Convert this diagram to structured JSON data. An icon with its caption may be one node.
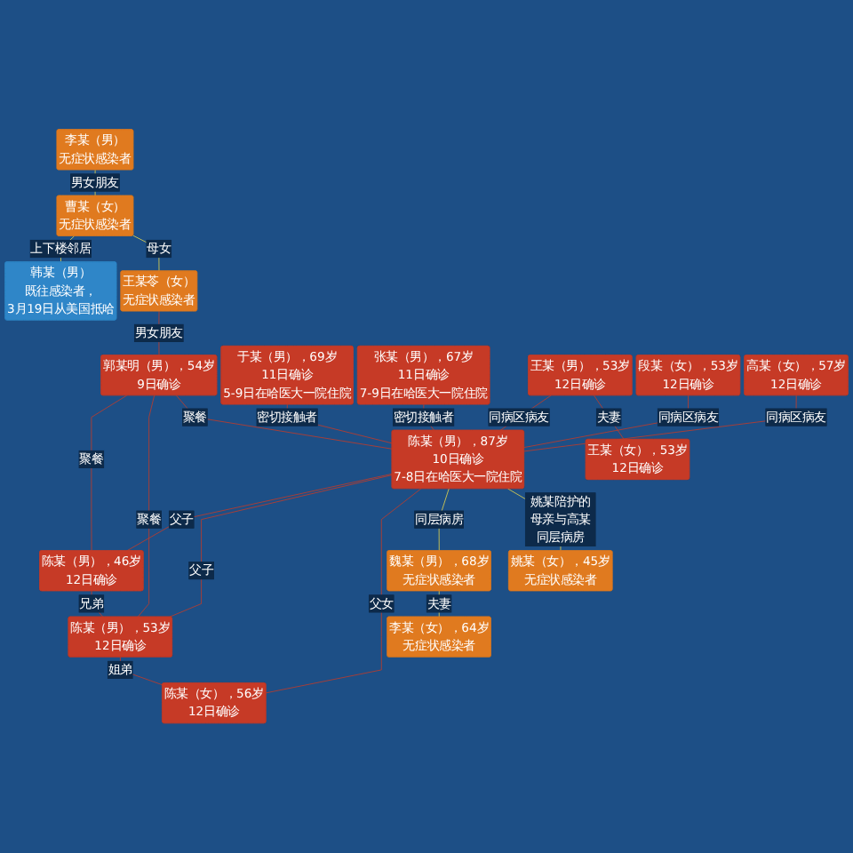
{
  "diagram": {
    "nodes": [
      {
        "text": [
          "李某（男）",
          "无症状感染者"
        ]
      },
      {
        "text": [
          "曹某（女）",
          "无症状感染者"
        ]
      },
      {
        "text": [
          "韩某（男）",
          "既往感染者，",
          "3月19日从美国抵哈"
        ]
      },
      {
        "text": [
          "王某苓（女）",
          "无症状感染者"
        ]
      },
      {
        "text": [
          "郭某明（男），54岁",
          "9日确诊"
        ]
      },
      {
        "text": [
          "陈某（男），46岁",
          "12日确诊"
        ]
      },
      {
        "text": [
          "于某（男），69岁",
          "11日确诊",
          "5-9日在哈医大一院住院"
        ]
      },
      {
        "text": [
          "陈某（男），87岁",
          "10日确诊",
          "7-8日在哈医大一院住院"
        ]
      },
      {
        "text": [
          "张某（男），67岁",
          "11日确诊",
          "7-9日在哈医大一院住院"
        ]
      },
      {
        "text": [
          "陈某（男），53岁",
          "12日确诊"
        ]
      },
      {
        "text": [
          "陈某（女），56岁",
          "12日确诊"
        ]
      },
      {
        "text": [
          "王某（男），53岁",
          "12日确诊"
        ]
      },
      {
        "text": [
          "魏某（男），68岁",
          "无症状感染者"
        ]
      },
      {
        "text": [
          "姚某（女），45岁",
          "无症状感染者"
        ]
      },
      {
        "text": [
          "王某（女），53岁",
          "12日确诊"
        ]
      },
      {
        "text": [
          "段某（女），53岁",
          "12日确诊"
        ]
      },
      {
        "text": [
          "高某（女），57岁",
          "12日确诊"
        ]
      },
      {
        "text": [
          "李某（女），64岁",
          "无症状感染者"
        ]
      }
    ],
    "edges": [
      {
        "from": 0,
        "to": 1,
        "arrow": "none",
        "label": "男女朋友",
        "color": "#e8d84a"
      },
      {
        "from": 1,
        "to": 2,
        "arrow": "none",
        "label": "上下楼邻居",
        "color": "#e8d84a"
      },
      {
        "from": 1,
        "to": 3,
        "arrow": "none",
        "label": "母女",
        "color": "#e8d84a"
      },
      {
        "from": 3,
        "to": 4,
        "arrow": "none",
        "label": "男女朋友"
      },
      {
        "from": 4,
        "to": 5,
        "arrow": "none",
        "label": "聚餐"
      },
      {
        "from": 4,
        "to": 9,
        "arrow": "none",
        "label": "聚餐"
      },
      {
        "from": 4,
        "to": 7,
        "arrow": "none",
        "label": "聚餐"
      },
      {
        "from": 7,
        "to": 5,
        "arrow": "none",
        "label": "父子"
      },
      {
        "from": 5,
        "to": 9,
        "arrow": "none",
        "label": "兄弟"
      },
      {
        "from": 6,
        "to": 7,
        "arrow": "none",
        "label": "密切接触者"
      },
      {
        "from": 7,
        "to": 9,
        "arrow": "none",
        "label": "父子"
      },
      {
        "from": 8,
        "to": 7,
        "arrow": "none",
        "label": "密切接触者"
      },
      {
        "from": 9,
        "to": 10,
        "arrow": "none",
        "label": "姐弟"
      },
      {
        "from": 7,
        "to": 10,
        "arrow": "none",
        "label": "父女"
      },
      {
        "from": 7,
        "to": 12,
        "arrow": "none",
        "label": "同层病房",
        "color": "#e8d84a"
      },
      {
        "from": 7,
        "to": 13,
        "arrow": "none",
        "label": "姚某陪护的母亲与高某同层病房",
        "color": "#e8d84a"
      },
      {
        "from": 11,
        "to": 7,
        "arrow": "none",
        "label": "同病区病友"
      },
      {
        "from": 15,
        "to": 7,
        "arrow": "none",
        "label": "同病区病友"
      },
      {
        "from": 16,
        "to": 7,
        "arrow": "none",
        "label": "同病区病友"
      },
      {
        "from": 11,
        "to": 14,
        "arrow": "none",
        "label": "夫妻"
      },
      {
        "from": 12,
        "to": 17,
        "arrow": "none",
        "label": "夫妻",
        "color": "#e8d84a"
      }
    ]
  }
}
